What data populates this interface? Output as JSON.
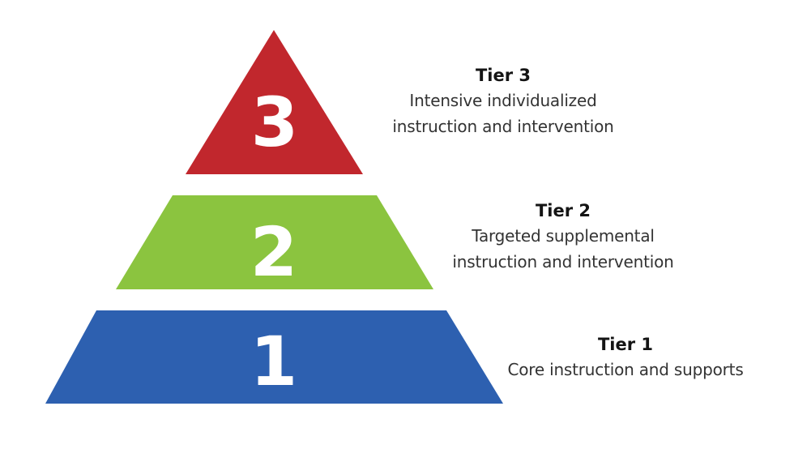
{
  "diagram": {
    "type": "pyramid",
    "colors": {
      "tier3": "#C1272D",
      "tier2": "#8BC43F",
      "tier1": "#2D60B0",
      "numeral": "#FFFFFF",
      "background": "#FFFFFF"
    },
    "tiers": [
      {
        "number": "3",
        "title": "Tier 3",
        "description_line1": "Intensive individualized",
        "description_line2": "instruction and intervention"
      },
      {
        "number": "2",
        "title": "Tier 2",
        "description_line1": "Targeted supplemental",
        "description_line2": "instruction and intervention"
      },
      {
        "number": "1",
        "title": "Tier 1",
        "description_line1": "Core instruction and supports"
      }
    ]
  }
}
